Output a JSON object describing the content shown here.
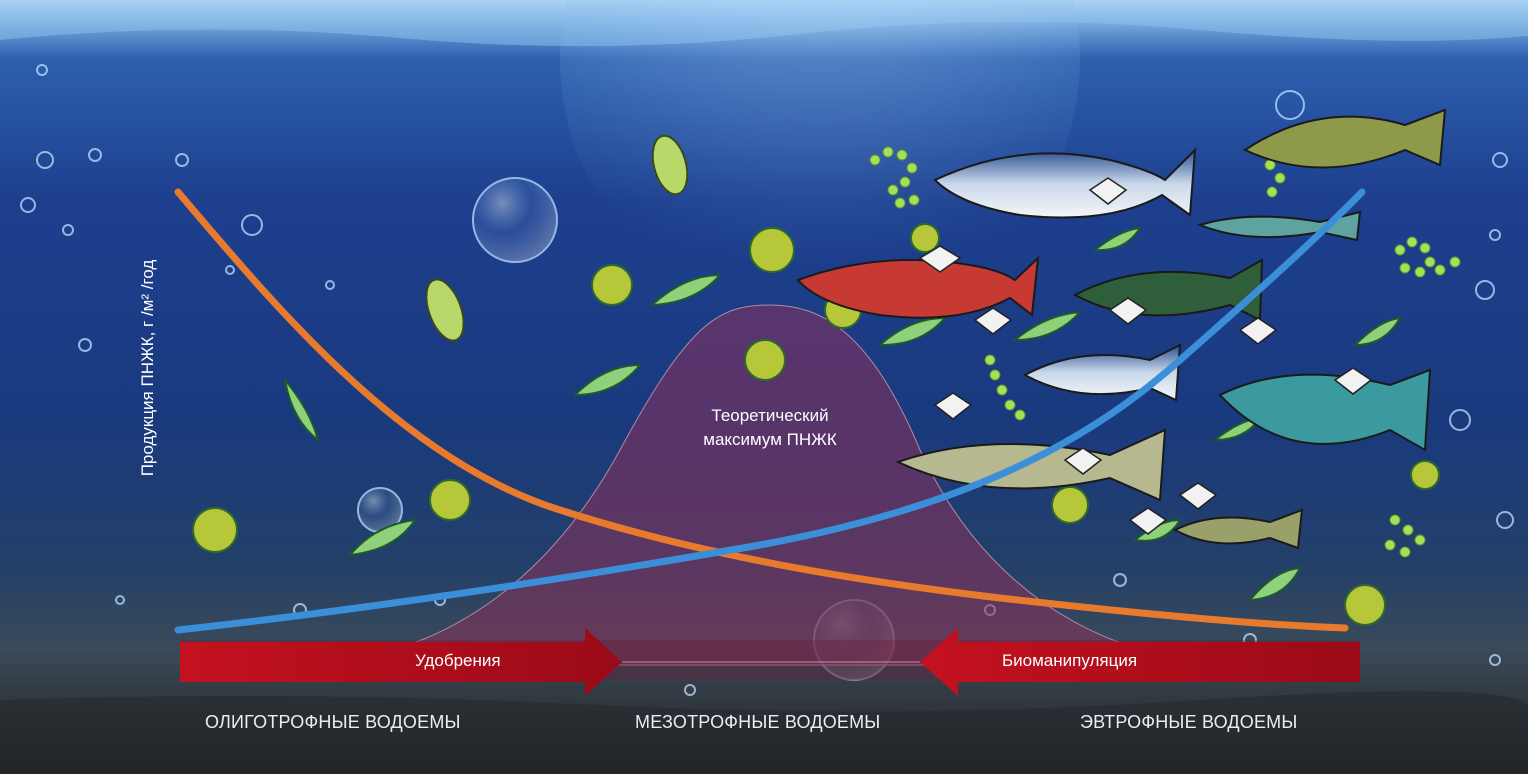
{
  "ylabel": "Продукция ПНЖК, г /м² /год",
  "peak_label": "Теоретический максимум ПНЖК",
  "arrows": {
    "left": "Удобрения",
    "right": "Биоманипуляция"
  },
  "zones": [
    "ОЛИГОТРОФНЫЕ ВОДОЕМЫ",
    "МЕЗОТРОФНЫЕ ВОДОЕМЫ",
    "ЭВТРОФНЫЕ ВОДОЕМЫ"
  ],
  "colors": {
    "orange_curve": "#e87a2e",
    "blue_curve": "#3b8fd8",
    "bell": "#8a2f5a",
    "arrow": "#b0101e"
  },
  "icons": [
    "fish",
    "algae-leaf",
    "diatom-cell",
    "cyanobacteria-chain",
    "daphnia",
    "bubble"
  ]
}
